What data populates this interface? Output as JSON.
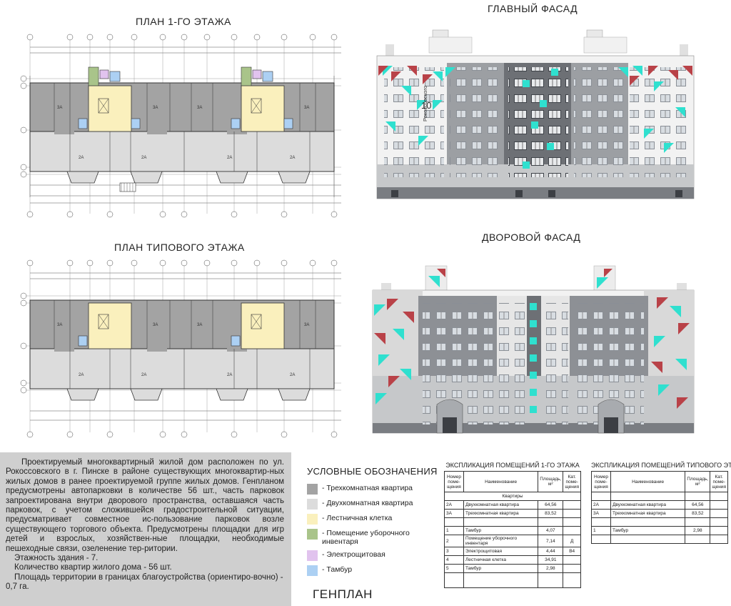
{
  "plans": {
    "first_floor_title": "ПЛАН 1-ГО ЭТАЖА",
    "typical_floor_title": "ПЛАН ТИПОВОГО ЭТАЖА",
    "room_tag_3": "3А",
    "room_tag_2": "2А"
  },
  "facades": {
    "main_title": "ГЛАВНЫЙ ФАСАД",
    "yard_title": "ДВОРОВОЙ ФАСАД",
    "street_sign": "Рокоссовского",
    "house_number": "10"
  },
  "description": {
    "paragraph": "Проектируемый многоквартирный жилой дом расположен по ул. Рокоссовского в г. Пинске в районе существующих многоквартир-ных жилых домов в ранее проектируемой группе жилых домов. Генпланом предусмотрены автопарковки в количестве 56 шт., часть парковок запроектирована внутри дворового пространства, оставшаяся часть парковок, с учетом сложившейся градостроительной ситуации, предусматривает совместное ис-пользование парковок возле существующего торгового объекта. Предусмотрены площадки для игр детей и взрослых, хозяйствен-ные площадки, необходимые пешеходные связи, озеленение тер-ритории.",
    "floors": "Этажность здания - 7.",
    "apartments": "Количество квартир жилого дома - 56 шт.",
    "area": "Площадь территории в границах благоустройства (ориентиро-вочно) - 0,7 га."
  },
  "legend": {
    "title": "УСЛОВНЫЕ ОБОЗНАЧЕНИЯ",
    "items": [
      {
        "label": "- Трехкомнатная квартира",
        "color": "#a3a3a3"
      },
      {
        "label": "- Двухкомнатная квартира",
        "color": "#dcdcdc"
      },
      {
        "label": "- Лестничная клетка",
        "color": "#faf0bd"
      },
      {
        "label": "- Помещение уборочного инвентаря",
        "color": "#a9c48a"
      },
      {
        "label": "- Электрощитовая",
        "color": "#e1c3ee"
      },
      {
        "label": "- Тамбур",
        "color": "#acd0f3"
      }
    ]
  },
  "genplan_title": "ГЕНПЛАН",
  "explication_first": {
    "title": "ЭКСПЛИКАЦИЯ ПОМЕЩЕНИЙ 1-ГО ЭТАЖА",
    "headers": [
      "Номер поме-щения",
      "Наименование",
      "Площадь, м²",
      "Кат. поме-щения"
    ],
    "section_label": "Квартиры",
    "apartments": [
      [
        "2А",
        "Двухкомнатная квартира",
        "64,56",
        ""
      ],
      [
        "3А",
        "Трехкомнатная квартира",
        "83,52",
        ""
      ]
    ],
    "rooms": [
      [
        "1",
        "Тамбур",
        "4,07",
        ""
      ],
      [
        "2",
        "Помещение уборочного инвентаря",
        "7,14",
        "Д"
      ],
      [
        "3",
        "Электрощитовая",
        "4,44",
        "В4"
      ],
      [
        "4",
        "Лестничная клетка",
        "34,91",
        ""
      ],
      [
        "5",
        "Тамбур",
        "2,98",
        ""
      ]
    ]
  },
  "explication_typical": {
    "title": "ЭКСПЛИКАЦИЯ ПОМЕЩЕНИЙ ТИПОВОГО ЭТАЖА",
    "headers": [
      "Номер поме-щения",
      "Наименование",
      "Площадь, м²",
      "Кат. поме-щения"
    ],
    "apartments": [
      [
        "2А",
        "Двухкомнатная квартира",
        "64,56",
        ""
      ],
      [
        "3А",
        "Трехкомнатная квартира",
        "83,52",
        ""
      ]
    ],
    "rooms": [
      [
        "1",
        "Тамбур",
        "2,98",
        ""
      ]
    ]
  }
}
